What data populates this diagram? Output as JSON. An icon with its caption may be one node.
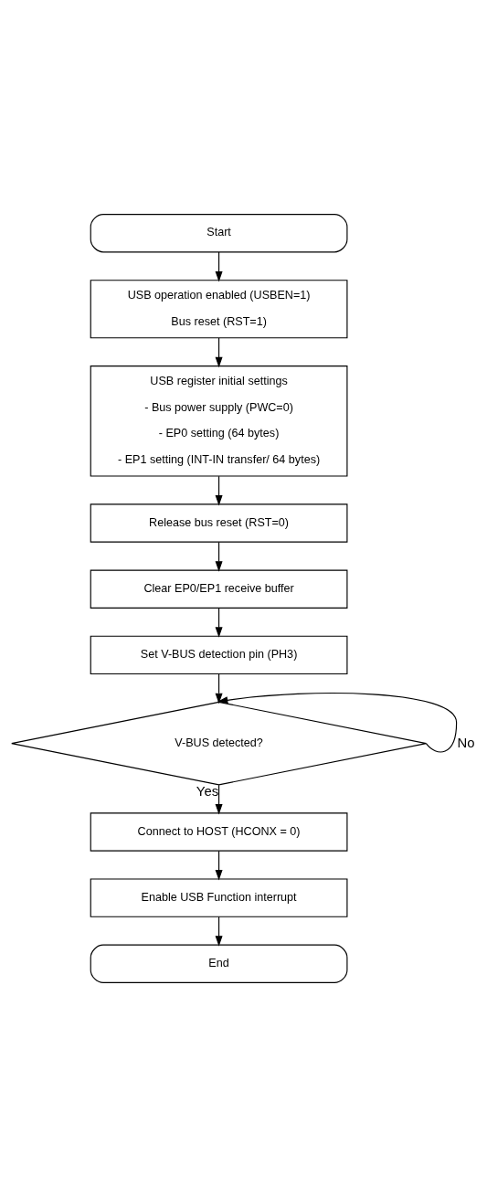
{
  "diagram": {
    "nodes": [
      {
        "text": [
          "Start"
        ]
      },
      {
        "text": [
          "USB operation enabled (USBEN=1)",
          "Bus reset (RST=1)"
        ]
      },
      {
        "text": [
          "USB register initial settings",
          "- Bus power supply (PWC=0)",
          "- EP0 setting (64 bytes)",
          "- EP1 setting (INT-IN transfer/ 64 bytes)"
        ]
      },
      {
        "text": [
          "Release bus reset (RST=0)"
        ]
      },
      {
        "text": [
          "Clear EP0/EP1 receive buffer"
        ]
      },
      {
        "text": [
          "Set V-BUS detection pin (PH3)"
        ]
      },
      {
        "text": [
          "V-BUS detected?"
        ]
      },
      {
        "text": [
          "Connect to HOST (HCONX = 0)"
        ]
      },
      {
        "text": [
          "Enable USB Function interrupt"
        ]
      },
      {
        "text": [
          "End"
        ]
      }
    ],
    "edges": [
      {
        "from": 0,
        "to": 1,
        "arrow": "to"
      },
      {
        "from": 1,
        "to": 2,
        "arrow": "to"
      },
      {
        "from": 2,
        "to": 3,
        "arrow": "to"
      },
      {
        "from": 3,
        "to": 4,
        "arrow": "to"
      },
      {
        "from": 4,
        "to": 5,
        "arrow": "to"
      },
      {
        "from": 5,
        "to": 6,
        "arrow": "to"
      },
      {
        "from": 6,
        "to": 6,
        "arrow": "to",
        "label": "No"
      },
      {
        "from": 6,
        "to": 7,
        "arrow": "to",
        "label": "Yes"
      },
      {
        "from": 7,
        "to": 8,
        "arrow": "to"
      },
      {
        "from": 8,
        "to": 9,
        "arrow": "to"
      }
    ]
  }
}
